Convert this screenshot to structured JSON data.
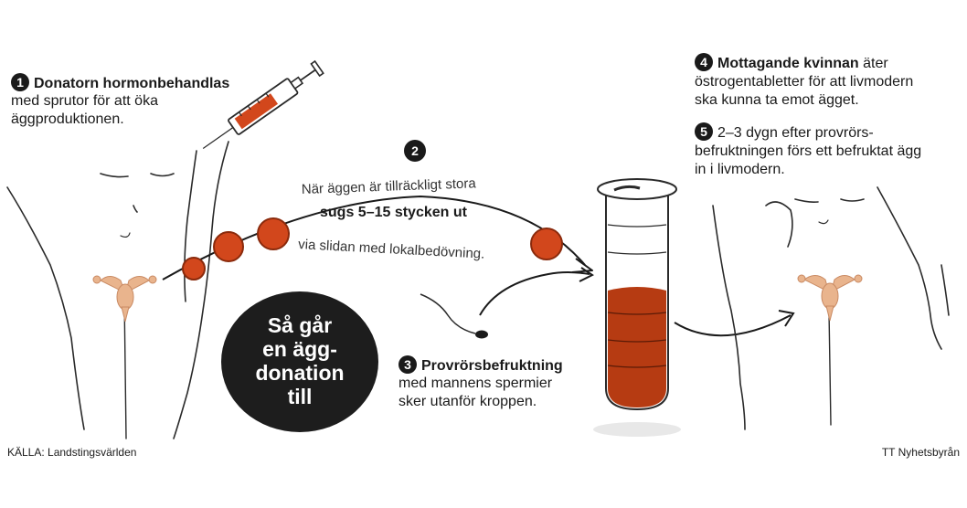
{
  "steps": [
    {
      "number": "1",
      "title": "Donatorn hormonbehandlas",
      "lines": [
        "med sprutor för att öka",
        "äggproduktionen."
      ]
    },
    {
      "number": "2",
      "lines": [
        "När äggen är tillräckligt stora",
        "sugs 5–15 stycken ut",
        "via slidan med lokalbedövning."
      ]
    },
    {
      "number": "3",
      "title": "Provrörsbefruktning",
      "lines": [
        "med mannens spermier",
        "sker utanför kroppen."
      ]
    },
    {
      "number": "4",
      "title": "Mottagande kvinnan",
      "title_rest": " äter",
      "lines": [
        "östrogentabletter för att livmodern",
        "ska kunna ta emot ägget."
      ]
    },
    {
      "number": "5",
      "lines": [
        "2–3 dygn efter provrörs-",
        "befruktningen förs ett befruktat ägg",
        "in i livmodern."
      ]
    }
  ],
  "center_title": [
    "Så går",
    "en ägg-",
    "donation",
    "till"
  ],
  "source": "KÄLLA: Landstingsvärlden",
  "credit": "TT Nyhetsbyrån",
  "colors": {
    "egg": "#d2471c",
    "egg_dark": "#8a2a0c",
    "uterus": "#e9b48d",
    "ink": "#1a1a1a",
    "liquid": "#b63b12"
  }
}
